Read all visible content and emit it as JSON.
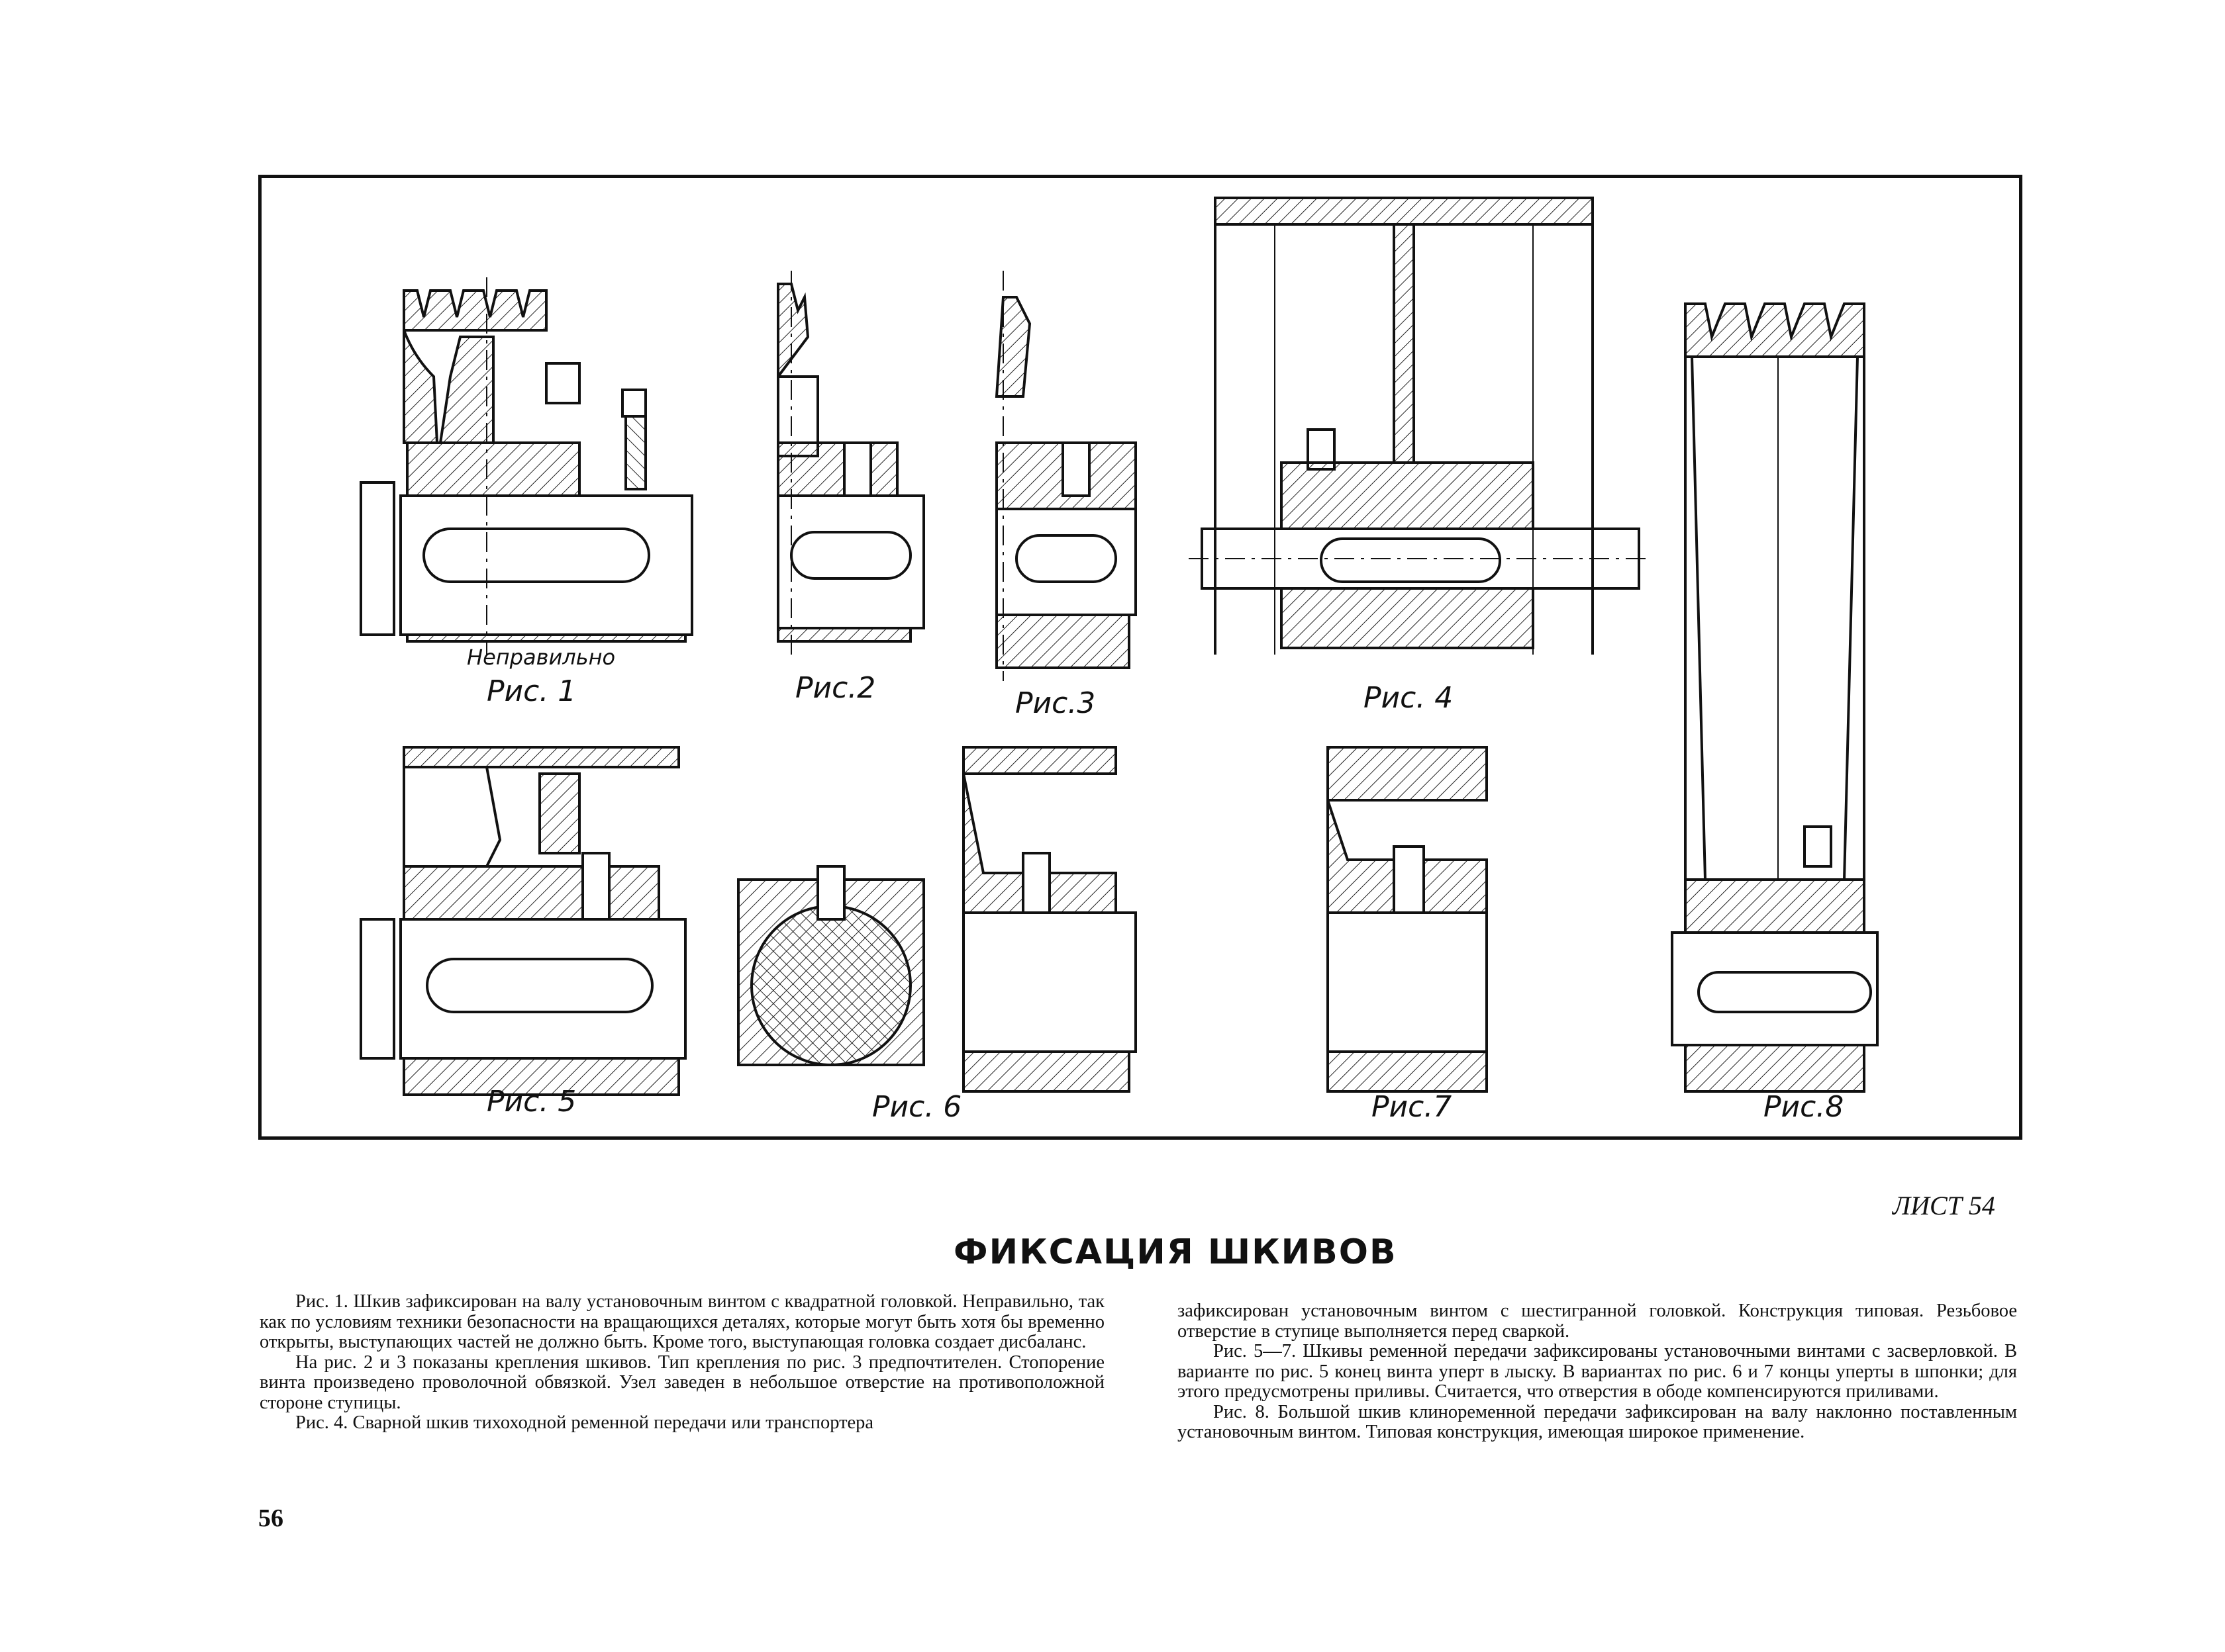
{
  "sheet": {
    "label": "ЛИСТ 54",
    "title": "ФИКСАЦИЯ ШКИВОВ",
    "page_number": "56"
  },
  "figures": {
    "fig1_note": "Неправильно",
    "fig1": "Рис. 1",
    "fig2": "Рис.2",
    "fig3": "Рис.3",
    "fig4": "Рис. 4",
    "fig5": "Рис. 5",
    "fig6": "Рис. 6",
    "fig7": "Рис.7",
    "fig8": "Рис.8"
  },
  "text": {
    "left": [
      "Рис. 1. Шкив зафиксирован на валу установочным винтом с квадратной головкой. Неправильно, так как по условиям техники безопасности на вращающихся деталях, которые могут быть хотя бы временно открыты, выступающих частей не должно быть. Кроме того, выступающая головка создает дисбаланс.",
      "На рис. 2 и 3 показаны крепления шкивов. Тип крепления по рис. 3 предпочтителен. Стопорение винта произведено проволочной обвязкой. Узел заведен в небольшое отверстие на противоположной стороне ступицы.",
      "Рис. 4. Сварной шкив тихоходной ременной передачи или транспортера"
    ],
    "right": [
      "зафиксирован установочным винтом с шестигранной головкой. Конструкция типовая. Резьбовое отверстие в ступице выполняется перед сваркой.",
      "Рис. 5—7. Шкивы ременной передачи зафиксированы установочными винтами с засверловкой. В варианте по рис. 5 конец винта уперт в лыску. В вариантах по рис. 6 и 7 концы уперты в шпонки; для этого предусмотрены приливы. Считается, что отверстия в ободе компенсируются приливами.",
      "Рис. 8. Большой шкив клиноременной передачи зафиксирован на валу наклонно поставленным установочным винтом. Типовая конструкция, имеющая широкое применение."
    ]
  }
}
